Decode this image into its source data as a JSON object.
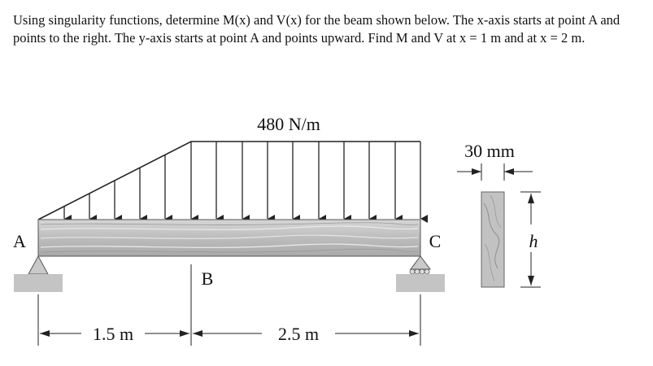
{
  "problem_text": "Using singularity functions, determine M(x) and V(x) for the beam shown below.  The x-axis starts at point A and points to the right.  The y-axis starts at point A and points upward.  Find M and V at x = 1 m and at x = 2 m.",
  "figure": {
    "load_label": "480 N/m",
    "width_label": "30 mm",
    "height_label": "h",
    "point_a": "A",
    "point_b": "B",
    "point_c": "C",
    "dim_ab": "1.5 m",
    "dim_bc": "2.5 m"
  }
}
